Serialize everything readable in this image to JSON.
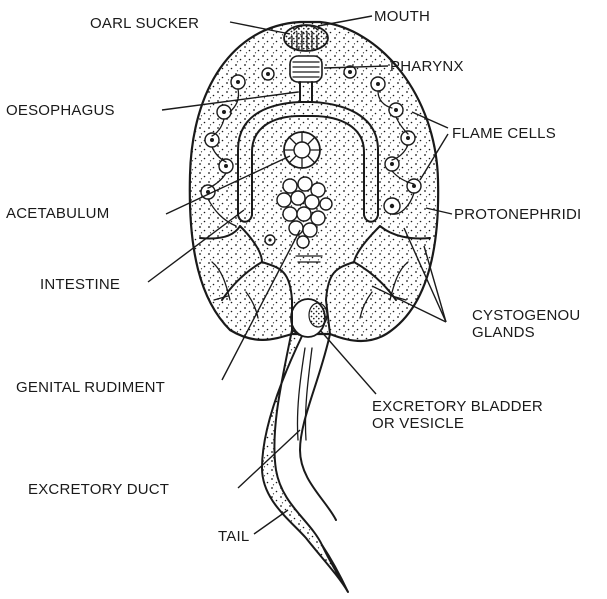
{
  "figure": {
    "labels": {
      "oral_sucker": "OARL SUCKER",
      "mouth": "MOUTH",
      "pharynx": "PHARYNX",
      "oesophagus": "OESOPHAGUS",
      "flame_cells": "FLAME CELLS",
      "acetabulum": "ACETABULUM",
      "protonephridia": "PROTONEPHRIDI",
      "intestine": "INTESTINE",
      "cystogenous_1": "CYSTOGENOU",
      "cystogenous_2": "GLANDS",
      "genital_rudiment": "GENITAL RUDIMENT",
      "excretory_bladder_1": "EXCRETORY BLADDER",
      "excretory_bladder_2": "OR VESICLE",
      "excretory_duct": "EXCRETORY DUCT",
      "tail": "TAIL"
    }
  }
}
